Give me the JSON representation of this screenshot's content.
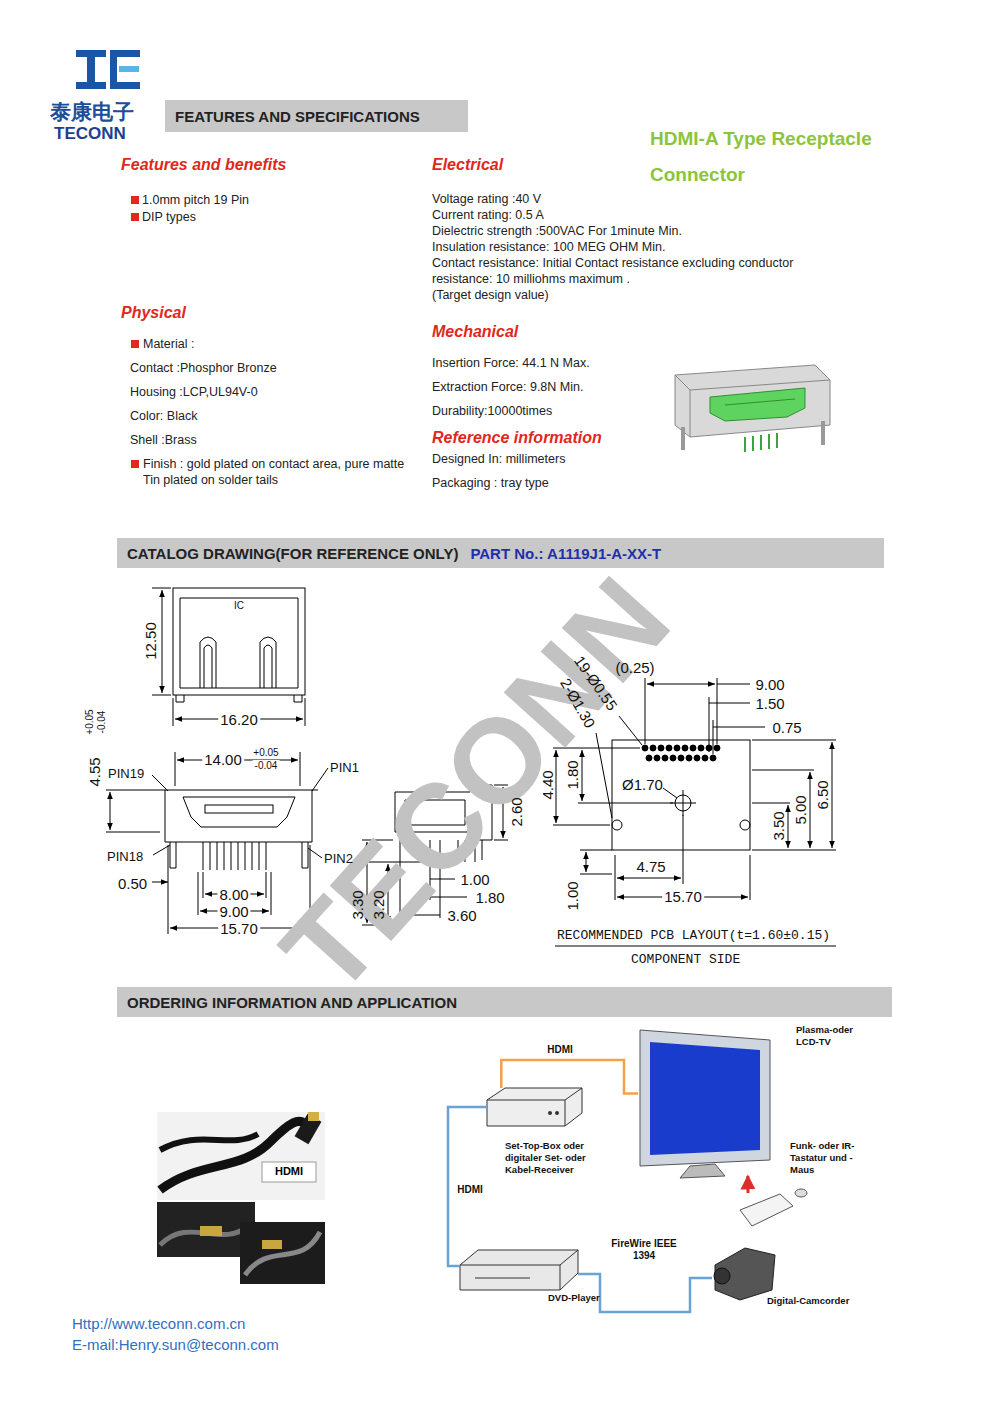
{
  "diagram": {
    "title": "HDMI-A Type Receptacle Connector",
    "nodes": [
      {
        "text": [
          "FEATURES AND SPECIFICATIONS"
        ]
      },
      {
        "text": [
          "CATALOG DRAWING(FOR REFERENCE ONLY)",
          "PART No.: A1119J1-A-XX-T"
        ]
      },
      {
        "text": [
          "ORDERING INFORMATION AND APPLICATION"
        ]
      },
      {
        "text": [
          "Set-Top-Box oder digitaler Set- oder Kabel-Receiver"
        ]
      },
      {
        "text": [
          "Plasma-oder LCD-TV"
        ]
      },
      {
        "text": [
          "DVD-Player"
        ]
      },
      {
        "text": [
          "Digital-Camcorder"
        ]
      },
      {
        "text": [
          "Funk- oder IR-Tastatur und -Maus"
        ]
      }
    ],
    "edges": [
      {
        "from": 3,
        "to": 4,
        "label": "HDMI",
        "arrow": "none"
      },
      {
        "from": 5,
        "to": 3,
        "label": "HDMI",
        "arrow": "none"
      },
      {
        "from": 5,
        "to": 6,
        "label": "FireWire IEEE 1394",
        "arrow": "none"
      },
      {
        "from": 7,
        "to": 4,
        "arrow": "to"
      }
    ],
    "labels": [
      "泰康电子",
      "TECONN",
      "Features and benefits",
      "1.0mm pitch 19 Pin",
      "DIP types",
      "Electrical",
      "Voltage rating :40 V",
      "Current rating: 0.5 A",
      "Dielectric strength :500VAC For 1minute Min.",
      "Insulation resistance: 100 MEG OHM Min.",
      "Contact resistance: Initial Contact resistance excluding conductor resistance: 10 milliohms maximum .",
      "(Target design value)",
      "Physical",
      "Material :",
      "Contact :Phosphor Bronze",
      "Housing :LCP,UL94V-0",
      "Color: Black",
      "Shell :Brass",
      "Finish : gold plated on contact area, pure matte Tin plated on solder tails",
      "Mechanical",
      "Insertion Force: 44.1 N Max.",
      "Extraction Force: 9.8N Min.",
      "Durability:10000times",
      "Reference information",
      "Designed In: millimeters",
      "Packaging : tray type",
      "IC",
      "12.50",
      "16.20",
      "4.55",
      "+0.05",
      "-0.04",
      "14.00",
      "+0.05",
      "-0.04",
      "PIN19",
      "PIN1",
      "PIN18",
      "PIN2",
      "0.50",
      "8.00",
      "9.00",
      "15.70",
      "2.60",
      "3.30",
      "3.20",
      "1.00",
      "1.80",
      "3.60",
      "19-Ø0.55",
      "2-Ø1.30",
      "(0.25)",
      "9.00",
      "1.50",
      "0.75",
      "4.40",
      "1.80",
      "Ø1.70",
      "4.75",
      "3.50",
      "5.00",
      "6.50",
      "1.00",
      "15.70",
      "RECOMMENDED PCB LAYOUT(t=1.60±0.15)",
      "COMPONENT SIDE",
      "TECONN",
      "HDMI",
      "Http://www.teconn.com.cn",
      "E-mail:Henry.sun@teconn.com"
    ]
  }
}
